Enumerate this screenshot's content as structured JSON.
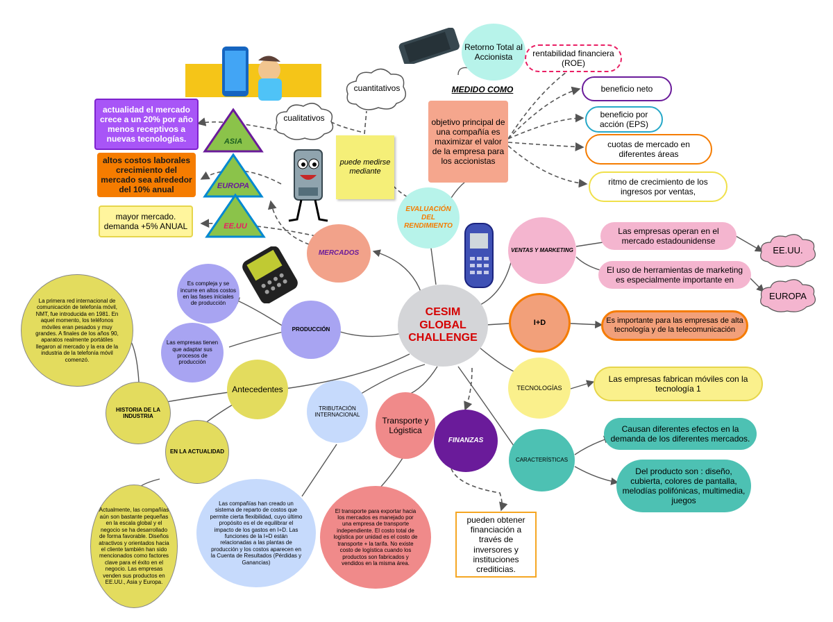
{
  "center": {
    "title": "CESIM GLOBAL CHALLENGE"
  },
  "evaluacion": {
    "label": "EVALUACIÓN DEL RENDIMIENTO",
    "puede_medirse": "puede medirse mediante",
    "cuantitativos": "cuantitativos",
    "cualitativos": "cualitativos",
    "medido_como": "MEDIDO COMO",
    "retorno": "Retorno Total al Accionista",
    "objetivo": "objetivo principal de una compañía es maximizar el valor de la empresa para los accionistas",
    "metrics": [
      "rentabilidad financiera (ROE)",
      "beneficio neto",
      "beneficio por acción (EPS)",
      "cuotas de mercado en diferentes áreas",
      "ritmo de crecimiento de los ingresos por ventas,"
    ]
  },
  "mercados": {
    "label": "MERCADOS",
    "regions": [
      "ASIA",
      "EUROPA",
      "EE.UU"
    ],
    "asia_text": "actualidad el mercado crece a un 20% por año menos receptivos a nuevas tecnologías.",
    "europa_text": "altos costos laborales crecimiento del mercado sea alrededor del 10% anual",
    "eeuu_text": "mayor mercado. demanda +5% ANUAL"
  },
  "produccion": {
    "label": "PRODUCCIÓN",
    "item1": "Es compleja y se incurre en altos costos en las fases iniciales de producción",
    "item2": "Las empresas tienen que adaptar sus procesos de producción"
  },
  "antecedentes": {
    "label": "Antecedentes",
    "historia": "HISTORIA DE LA INDUSTRIA",
    "historia_text": "La primera red internacional de comunicación de telefonía móvil, NMT, fue introducida en 1981. En aquel momento, los teléfonos móviles eran pesados y muy grandes. A finales de los años 90, aparatos realmente portátiles llegaron al mercado y la era de la industria de la telefonía móvil comenzó.",
    "actualidad": "EN LA ACTUALIDAD",
    "actualidad_text": "Actualmente, las compañías aún son bastante pequeñas en la escala global y el negocio se ha desarrollado de forma favorable. Diseños atractivos y orientados hacia el cliente también han sido mencionados como factores clave para el éxito en el negocio. Las empresas venden sus productos en EE.UU., Asia y Europa."
  },
  "tributacion": {
    "label": "TRIBUTACIÓN INTERNACIONAL",
    "text": "Las compañías han creado un sistema de reparto de costos que permite cierta flexibilidad, cuyo último propósito es el de equilibrar el impacto de los gastos en I+D. Las funciones de la I+D están relacionadas a las plantas de producción y los costos aparecen en la Cuenta de Resultados (Pérdidas y Ganancias)"
  },
  "transporte": {
    "label": "Transporte y Lógistica",
    "text": "El transporte para exportar hacia los mercados es manejado por una empresa de transporte independiente. El costo total de logística por unidad es el costo de transporte + la tarifa. No existe costo de logística cuando los productos son fabricados y vendidos en la misma área."
  },
  "finanzas": {
    "label": "FINANZAS",
    "text": "pueden obtener financiación a través de inversores y instituciones crediticias."
  },
  "ventas": {
    "label": "VENTAS Y MARKETING",
    "item1": "Las empresas operan en el mercado estadounidense",
    "item2": "El uso de herramientas de marketing es especialmente importante en",
    "eeuu": "EE.UU.",
    "europa": "EUROPA"
  },
  "id": {
    "label": "I+D",
    "text": "Es importante para las empresas de alta tecnología y de la telecomunicación"
  },
  "tecnologias": {
    "label": "TECNOLOGÍAS",
    "text": "Las empresas fabrican móviles con la tecnología 1"
  },
  "caracteristicas": {
    "label": "CARACTERÍSTICAS",
    "item1": "Causan diferentes efectos en la demanda de los diferentes mercados.",
    "item2": "Del producto son : diseño, cubierta, colores de pantalla, melodías polifónicas, multimedia, juegos"
  },
  "colors": {
    "center": "#d4d5d8",
    "produccion": "#a8a4f2",
    "antecedentes": "#e3dc5e",
    "mercados": "#f2a28a",
    "tributacion": "#c6dafc",
    "transporte": "#f08a8a",
    "finanzas": "#6a1b9a",
    "teal": "#4dc1b3",
    "pink": "#f4b5cf",
    "salmon": "#f2a07a",
    "yellow": "#faf08c",
    "sticky": "#f5ef78"
  }
}
